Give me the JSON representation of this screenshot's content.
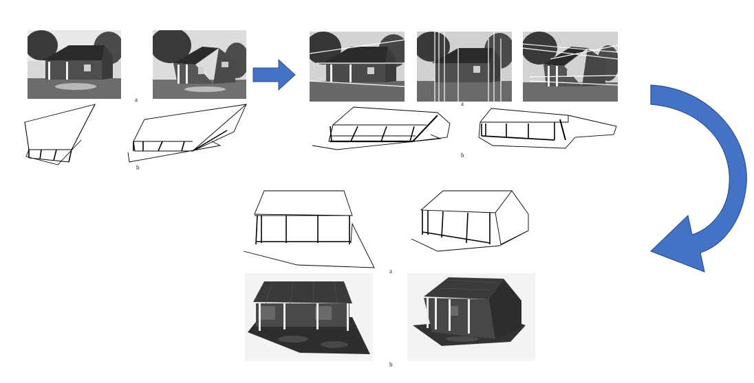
{
  "labels": {
    "step1_a": "a",
    "step1_b": "b",
    "step2_a": "a",
    "step2_b": "b",
    "step3_a": "a",
    "step3_b": "b"
  },
  "colors": {
    "arrow_fill": "#4472c4",
    "arrow_stroke": "#2f528f",
    "line_overlay": "#ffffff",
    "sketch_stroke": "#000000"
  },
  "icons": {
    "right_arrow": "right-arrow-icon",
    "curved_arrow": "curved-arrow-icon"
  }
}
